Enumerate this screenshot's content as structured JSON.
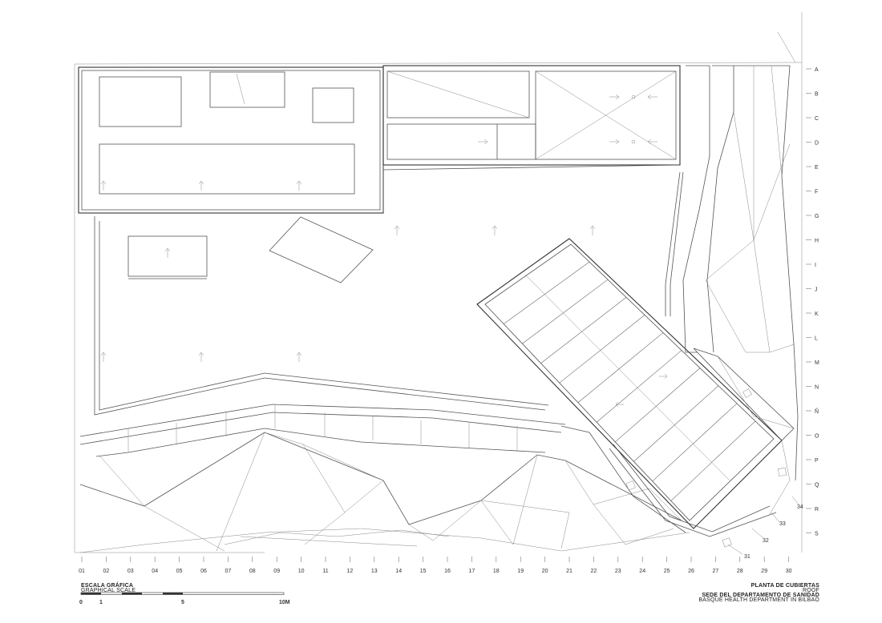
{
  "row_labels": [
    "A",
    "B",
    "C",
    "D",
    "E",
    "F",
    "G",
    "H",
    "I",
    "J",
    "K",
    "L",
    "M",
    "N",
    "Ñ",
    "O",
    "P",
    "Q",
    "R",
    "S"
  ],
  "col_labels": [
    "01",
    "02",
    "03",
    "04",
    "05",
    "06",
    "07",
    "08",
    "09",
    "10",
    "11",
    "12",
    "13",
    "14",
    "15",
    "16",
    "17",
    "18",
    "19",
    "20",
    "21",
    "22",
    "23",
    "24",
    "25",
    "26",
    "27",
    "28",
    "29",
    "30"
  ],
  "callouts": [
    "31",
    "32",
    "33",
    "34"
  ],
  "scale": {
    "title": "ESCALA GRÁFICA",
    "subtitle": "GRAPHICAL SCALE",
    "ticks": [
      "0",
      "1",
      "5",
      "10M"
    ]
  },
  "title_block": {
    "title": "PLANTA DE CUBIERTAS",
    "title_en": "ROOF",
    "project": "SEDE DEL DEPARTAMENTO DE SANIDAD",
    "project_en": "BASQUE HEALTH DEPARTMENT IN BILBAO"
  }
}
